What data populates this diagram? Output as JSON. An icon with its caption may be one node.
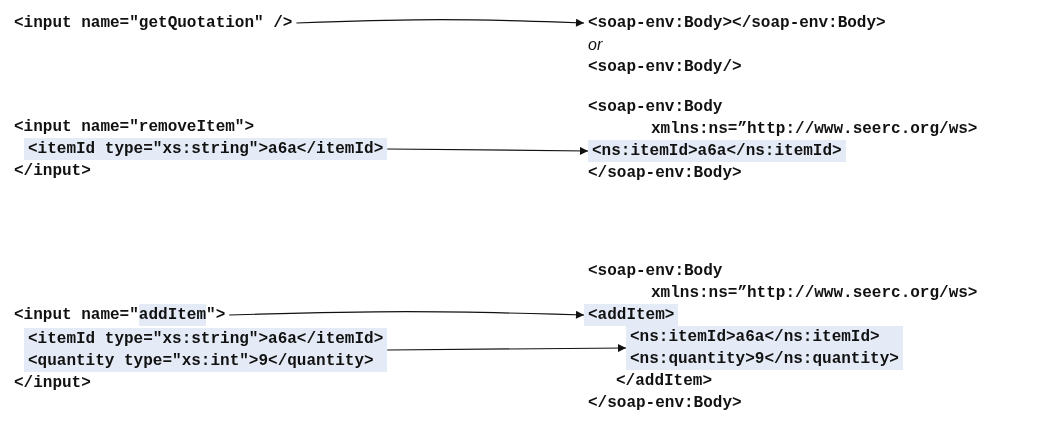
{
  "diagram": {
    "nodes": [
      {
        "text": [
          "<input name=\"getQuotation\" />"
        ]
      },
      {
        "text": [
          "<soap-env:Body></soap-env:Body>"
        ]
      },
      {
        "text": [
          "<itemId type=\"xs:string\">a6a</itemId>"
        ]
      },
      {
        "text": [
          "<ns:itemId>a6a</ns:itemId>"
        ]
      },
      {
        "text": [
          "<input name=\"addItem\">"
        ]
      },
      {
        "text": [
          "<addItem>"
        ]
      },
      {
        "text": [
          "<itemId type=\"xs:string\">a6a</itemId>",
          "<quantity type=\"xs:int\">9</quantity>"
        ]
      },
      {
        "text": [
          "<ns:itemId>a6a</ns:itemId>",
          "<ns:quantity>9</ns:quantity>"
        ]
      }
    ],
    "edges": [
      {
        "from": 0,
        "to": 1,
        "arrow": "to"
      },
      {
        "from": 2,
        "to": 3,
        "arrow": "to"
      },
      {
        "from": 4,
        "to": 5,
        "arrow": "to"
      },
      {
        "from": 6,
        "to": 7,
        "arrow": "to"
      }
    ],
    "labels": [
      "or",
      "<soap-env:Body/>",
      "<input name=\"removeItem\">",
      "<soap-env:Body",
      "xmlns:ns=”http://www.seerc.org/ws>",
      "</input>",
      "</soap-env:Body>",
      "<soap-env:Body",
      "xmlns:ns=”http://www.seerc.org/ws>",
      "</input>",
      "</addItem>",
      "</soap-env:Body>"
    ]
  }
}
